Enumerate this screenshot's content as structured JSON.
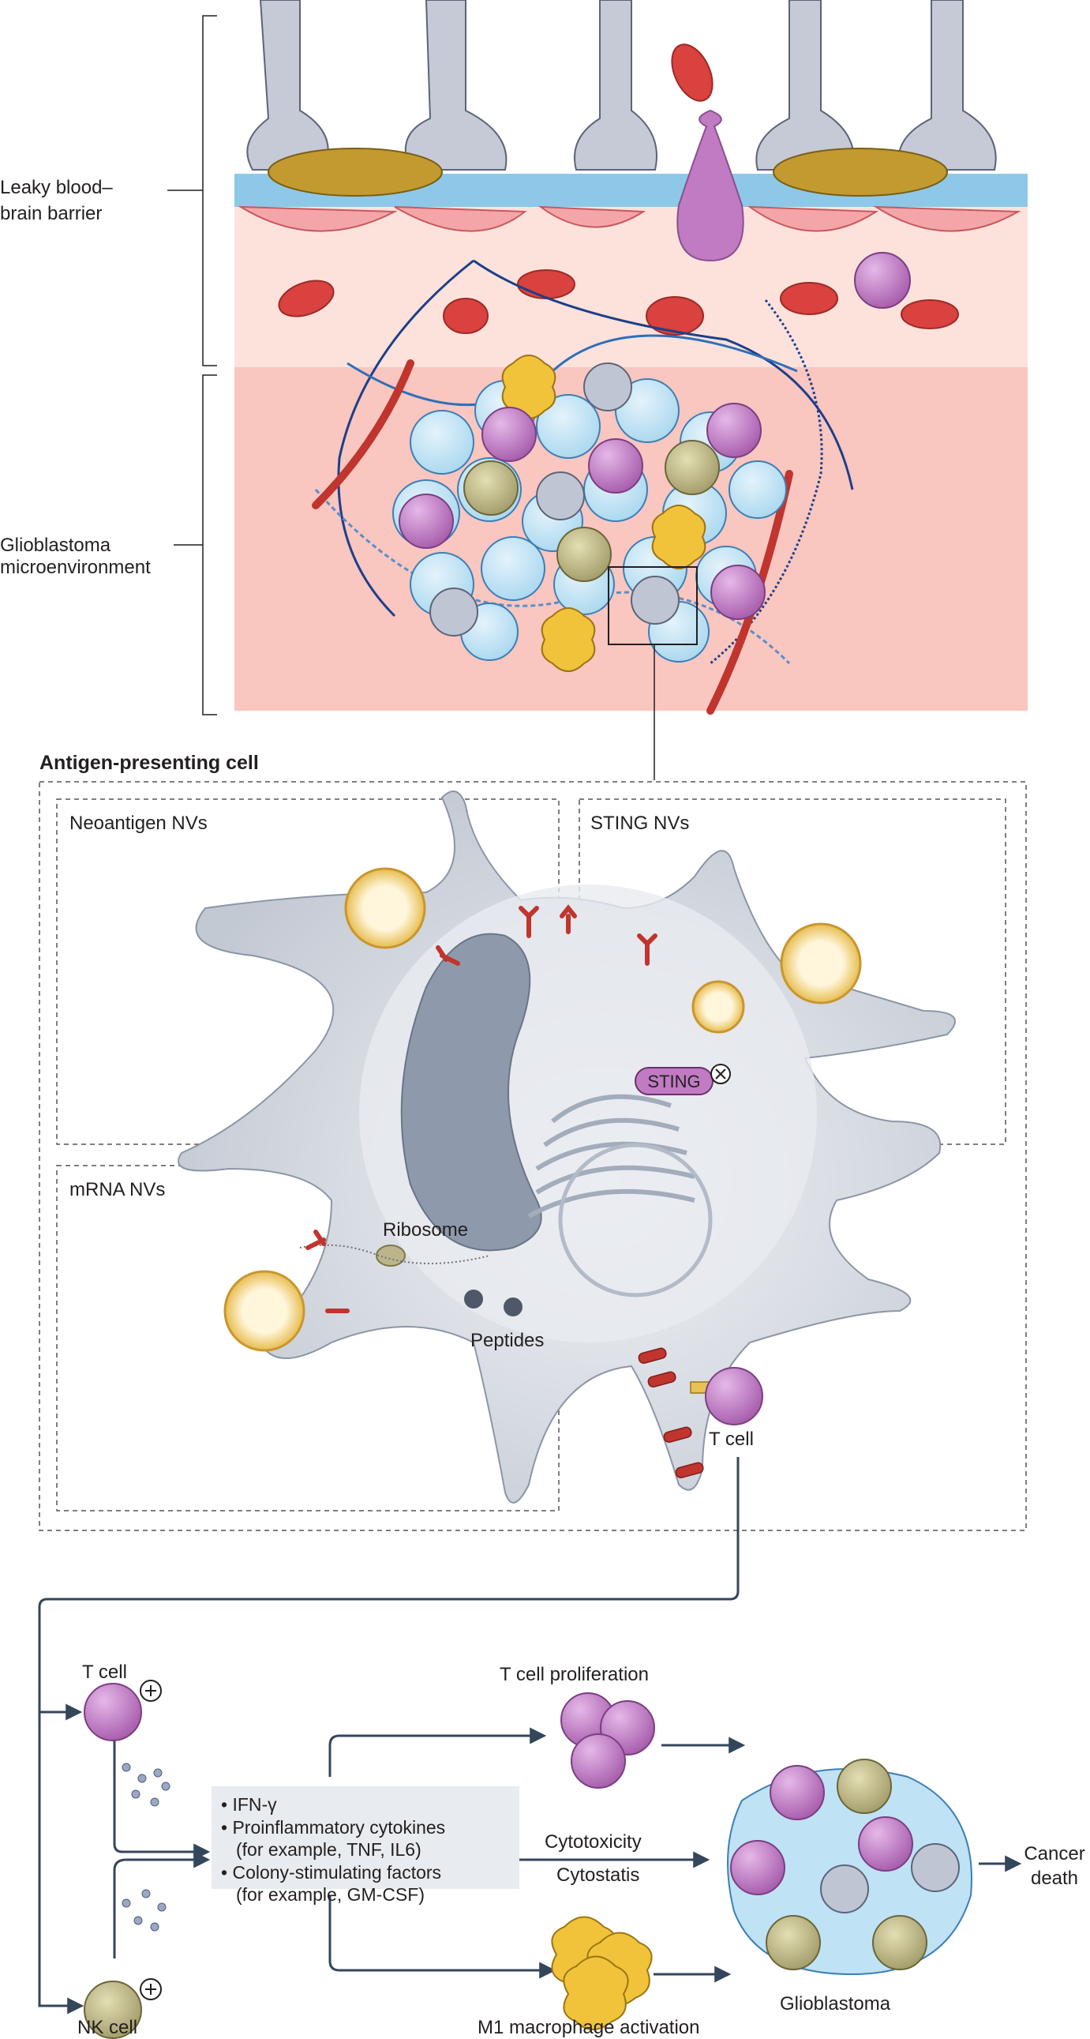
{
  "top_section": {
    "bbb_label_line1": "Leaky blood–",
    "bbb_label_line2": "brain barrier",
    "gbm_label_line1": "Glioblastoma",
    "gbm_label_line2": "microenvironment"
  },
  "apc_section": {
    "title": "Antigen-presenting cell",
    "panel_neoantigen": "Neoantigen NVs",
    "panel_sting": "STING NVs",
    "panel_mrna": "mRNA NVs",
    "sting_label": "STING",
    "ribosome_label": "Ribosome",
    "peptides_label": "Peptides",
    "tcell_label": "T cell"
  },
  "bottom_section": {
    "tcell_label": "T cell",
    "nkcell_label": "NK cell",
    "cytokine_box": {
      "item1": "IFN-γ",
      "item2_line1": "Proinflammatory cytokines",
      "item2_line2": "(for example, TNF, IL6)",
      "item3_line1": "Colony-stimulating factors",
      "item3_line2": "(for example, GM-CSF)"
    },
    "proliferation_label": "T cell proliferation",
    "cytotoxicity_label": "Cytotoxicity",
    "cytostatis_label": "Cytostatis",
    "m1_label": "M1 macrophage activation",
    "glioblastoma_label": "Glioblastoma",
    "cancer_death_line1": "Cancer",
    "cancer_death_line2": "death"
  },
  "colors": {
    "tissue_light": "#fde2dc",
    "tissue_dark": "#f9c6c0",
    "vessel_blue": "#8dc8e8",
    "tumor_cell": "#bfe2f5",
    "tcell_purple": "#c07bc3",
    "apc_grey": "#c9ced8",
    "nucleus_dark": "#8e9aab",
    "receptor_red": "#c0352e",
    "nanovesicle_gold": "#e9c256",
    "arrow_navy": "#34465c",
    "cytokine_box": "#e8ebef"
  }
}
